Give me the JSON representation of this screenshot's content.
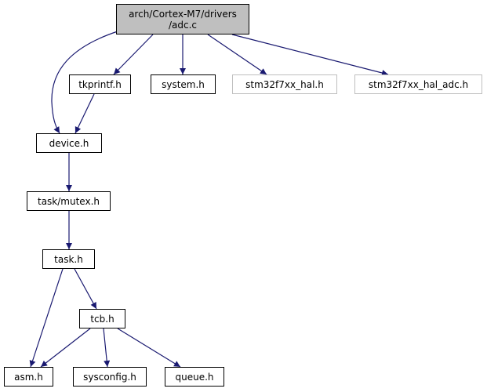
{
  "colors": {
    "edge": "#191970",
    "root_fill": "#bfbfbf",
    "node_border": "#000000",
    "external_border": "#bfbfbf"
  },
  "nodes": {
    "root": {
      "line1": "arch/Cortex-M7/drivers",
      "line2": "/adc.c"
    },
    "tkprintf": "tkprintf.h",
    "system": "system.h",
    "stm32hal": "stm32f7xx_hal.h",
    "stm32haladc": "stm32f7xx_hal_adc.h",
    "device": "device.h",
    "mutex": "task/mutex.h",
    "task": "task.h",
    "tcb": "tcb.h",
    "asm": "asm.h",
    "sysconfig": "sysconfig.h",
    "queue": "queue.h"
  },
  "edges": [
    [
      "root",
      "tkprintf"
    ],
    [
      "root",
      "system"
    ],
    [
      "root",
      "stm32hal"
    ],
    [
      "root",
      "stm32haladc"
    ],
    [
      "root",
      "device"
    ],
    [
      "tkprintf",
      "device"
    ],
    [
      "device",
      "mutex"
    ],
    [
      "mutex",
      "task"
    ],
    [
      "task",
      "tcb"
    ],
    [
      "task",
      "asm"
    ],
    [
      "tcb",
      "asm"
    ],
    [
      "tcb",
      "sysconfig"
    ],
    [
      "tcb",
      "queue"
    ]
  ]
}
